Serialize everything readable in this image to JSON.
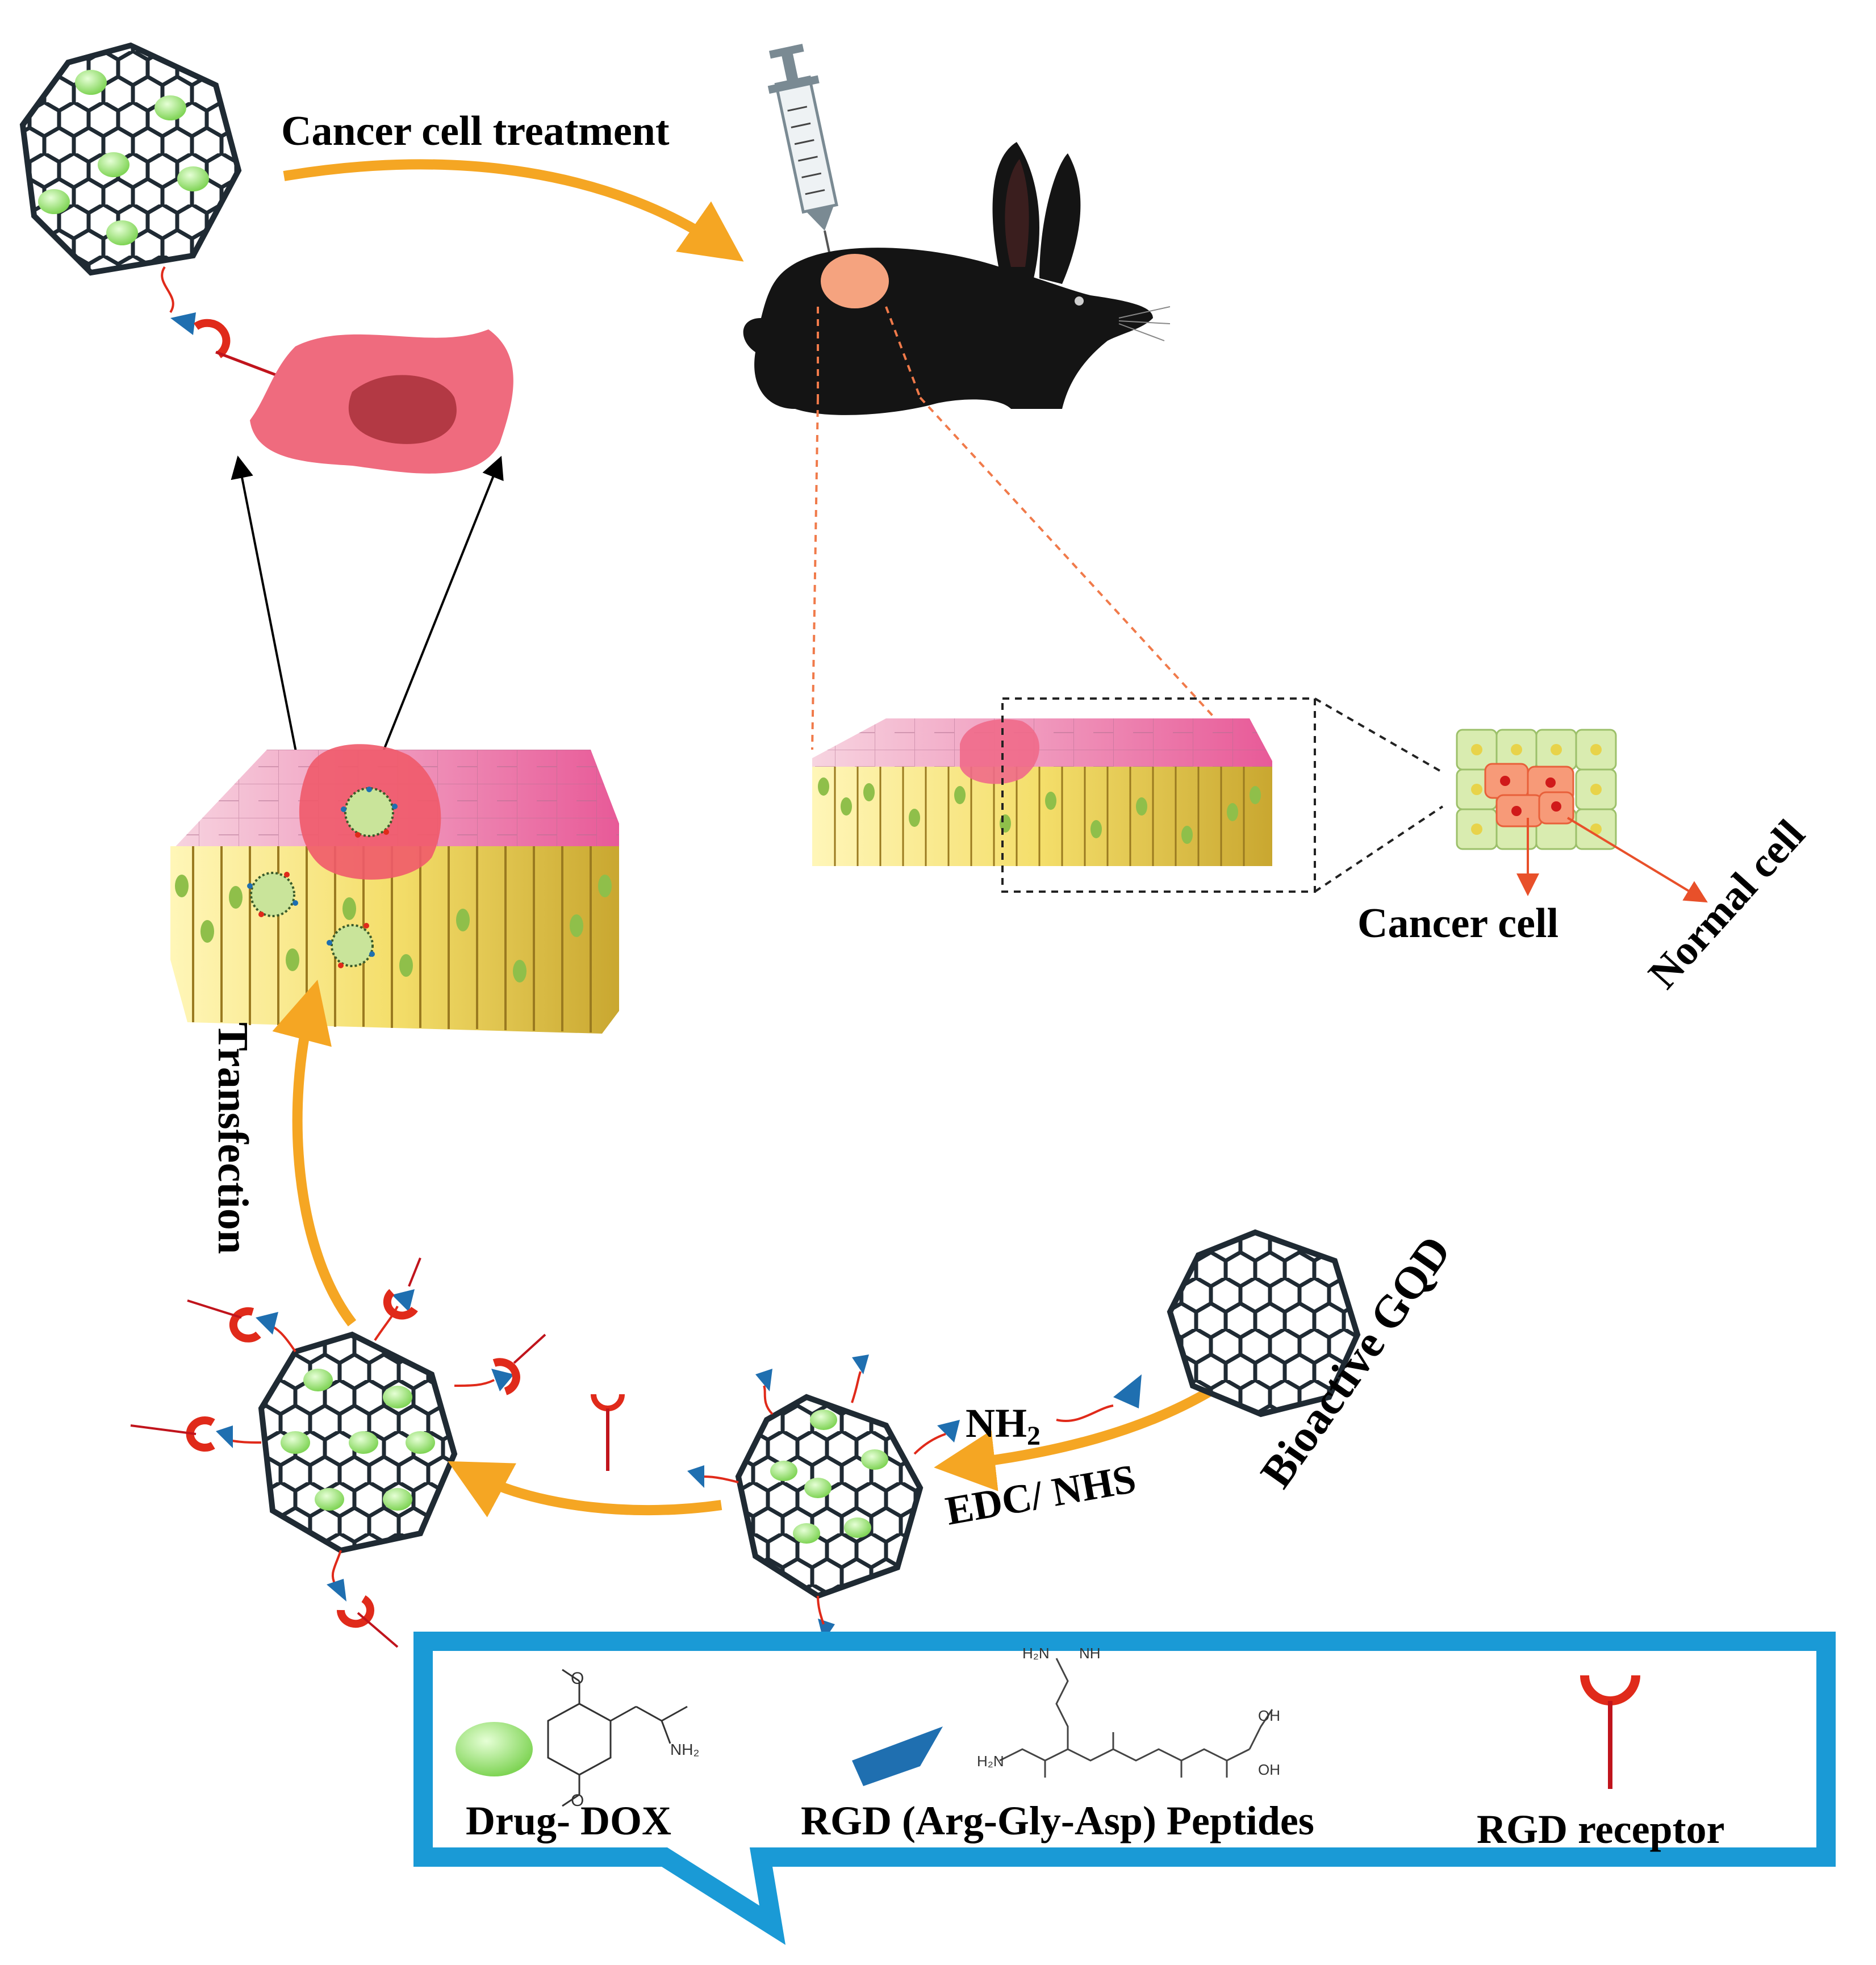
{
  "labels": {
    "cancer_cell_treatment": "Cancer cell treatment",
    "cancer_cell": "Cancer cell",
    "normal_cell": "Normal cell",
    "transfection": "Transfection",
    "bioactive_gqd": "Bioactive GQD",
    "nh2": "NH",
    "nh2_sub": "2",
    "edc_nhs": "EDC/ NHS"
  },
  "legend": {
    "drug_dox": "Drug- DOX",
    "rgd_peptides": "RGD (Arg-Gly-Asp) Peptides",
    "rgd_receptor": "RGD receptor"
  },
  "colors": {
    "arrow": "#F5A623",
    "gqd": "#1f2a33",
    "drug": "#9be07a",
    "peptide": "#1f6fb0",
    "receptor": "#e02a1a",
    "tumor": "#f08aa0",
    "legend_border": "#1a9ad6"
  }
}
